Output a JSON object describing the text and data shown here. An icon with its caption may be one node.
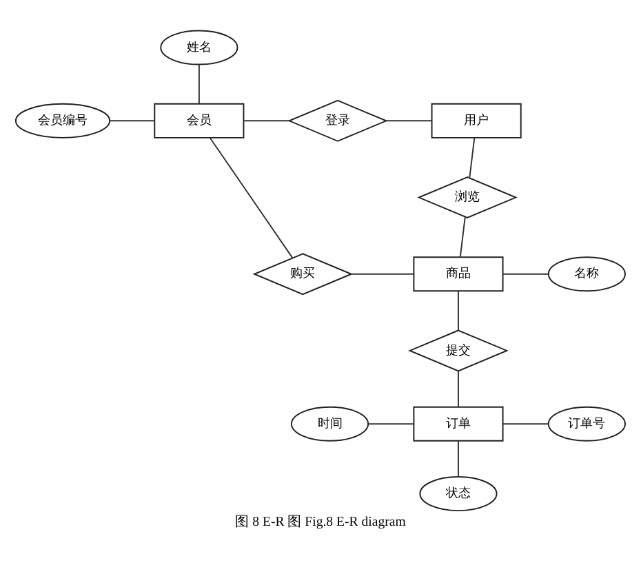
{
  "diagram": {
    "caption": "图 8 E-R 图 Fig.8 E-R diagram",
    "nodes": [
      {
        "text": [
          "姓名"
        ]
      },
      {
        "text": [
          "会员编号"
        ]
      },
      {
        "text": [
          "会员"
        ]
      },
      {
        "text": [
          "登录"
        ]
      },
      {
        "text": [
          "用户"
        ]
      },
      {
        "text": [
          "浏览"
        ]
      },
      {
        "text": [
          "购买"
        ]
      },
      {
        "text": [
          "商品"
        ]
      },
      {
        "text": [
          "名称"
        ]
      },
      {
        "text": [
          "提交"
        ]
      },
      {
        "text": [
          "时间"
        ]
      },
      {
        "text": [
          "订单"
        ]
      },
      {
        "text": [
          "订单号"
        ]
      },
      {
        "text": [
          "状态"
        ]
      }
    ],
    "edges": [
      {
        "from": 0,
        "to": 2,
        "arrow": "none"
      },
      {
        "from": 1,
        "to": 2,
        "arrow": "none"
      },
      {
        "from": 2,
        "to": 3,
        "arrow": "none"
      },
      {
        "from": 3,
        "to": 4,
        "arrow": "none"
      },
      {
        "from": 4,
        "to": 5,
        "arrow": "none"
      },
      {
        "from": 5,
        "to": 7,
        "arrow": "none"
      },
      {
        "from": 2,
        "to": 6,
        "arrow": "none"
      },
      {
        "from": 6,
        "to": 7,
        "arrow": "none"
      },
      {
        "from": 7,
        "to": 8,
        "arrow": "none"
      },
      {
        "from": 7,
        "to": 9,
        "arrow": "none"
      },
      {
        "from": 9,
        "to": 11,
        "arrow": "none"
      },
      {
        "from": 10,
        "to": 11,
        "arrow": "none"
      },
      {
        "from": 11,
        "to": 12,
        "arrow": "none"
      },
      {
        "from": 11,
        "to": 13,
        "arrow": "none"
      }
    ]
  }
}
